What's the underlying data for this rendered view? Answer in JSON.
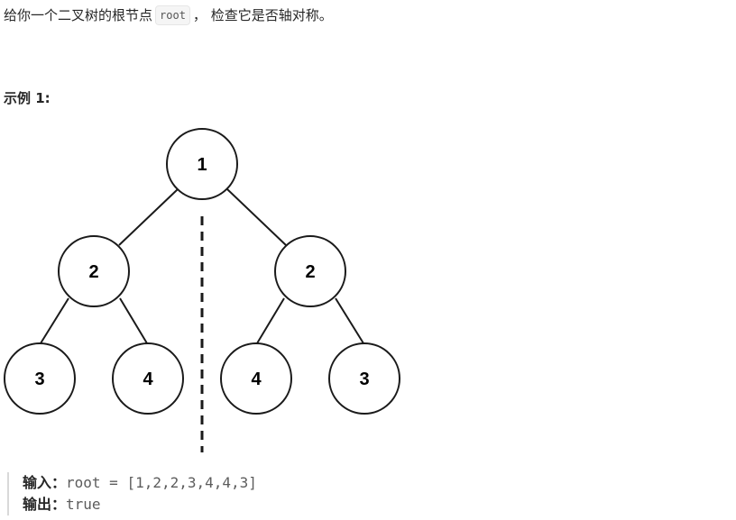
{
  "problem": {
    "text_before": "给你一个二叉树的根节点",
    "code": "root",
    "text_after": "， 检查它是否轴对称。"
  },
  "example": {
    "title": "示例 1:",
    "tree_nodes": [
      "1",
      "2",
      "2",
      "3",
      "4",
      "4",
      "3"
    ],
    "input_label": "输入：",
    "input_value": "root = [1,2,2,3,4,4,3]",
    "output_label": "输出：",
    "output_value": "true"
  }
}
